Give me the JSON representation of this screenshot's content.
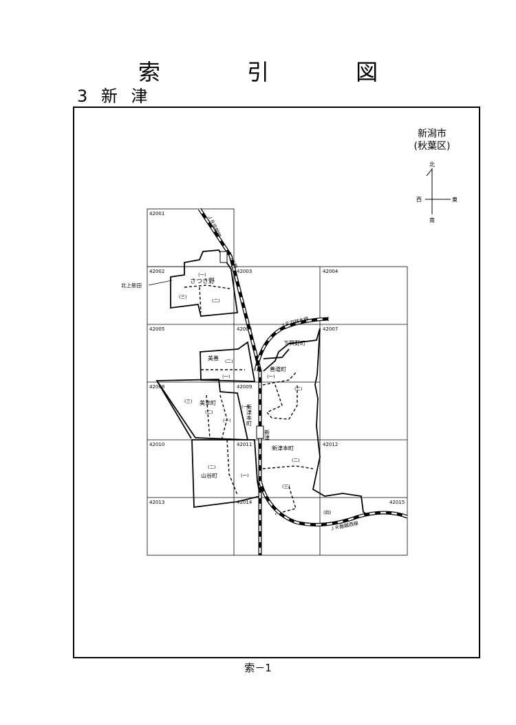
{
  "title": "索 引 図",
  "subtitle": "3 新 津",
  "city": {
    "line1": "新潟市",
    "line2": "(秋葉区)"
  },
  "compass": {
    "north": "北",
    "south": "南",
    "east": "東",
    "west": "西"
  },
  "footer": "索－1",
  "grid_labels": [
    "42001",
    "42002",
    "42003",
    "42004",
    "42005",
    "42006",
    "42007",
    "42008",
    "42009",
    "42010",
    "42011",
    "42012",
    "42013",
    "42014",
    "42015"
  ],
  "places": {
    "satsukino": "さつき野",
    "kitakami_shinden": "北上新田",
    "shimo_okino": "下興野町",
    "mizen": "美善",
    "zendo": "善道町",
    "mikou": "美幸町",
    "niitsu_hon": "新津本町",
    "niitsu_hon_h": "新津本町",
    "niitsu_station": "新津",
    "satsukino_station": "さつき野",
    "yamaya": "山谷町"
  },
  "railways": {
    "shinetsu": "ＪＲ信越線",
    "uetsu": "ＪＲ羽越本線",
    "banetsu": "ＪＲ磐越西線"
  },
  "sub_areas": {
    "i": "(一)",
    "ni": "(二)",
    "san": "(三)",
    "yon": "(四)"
  }
}
